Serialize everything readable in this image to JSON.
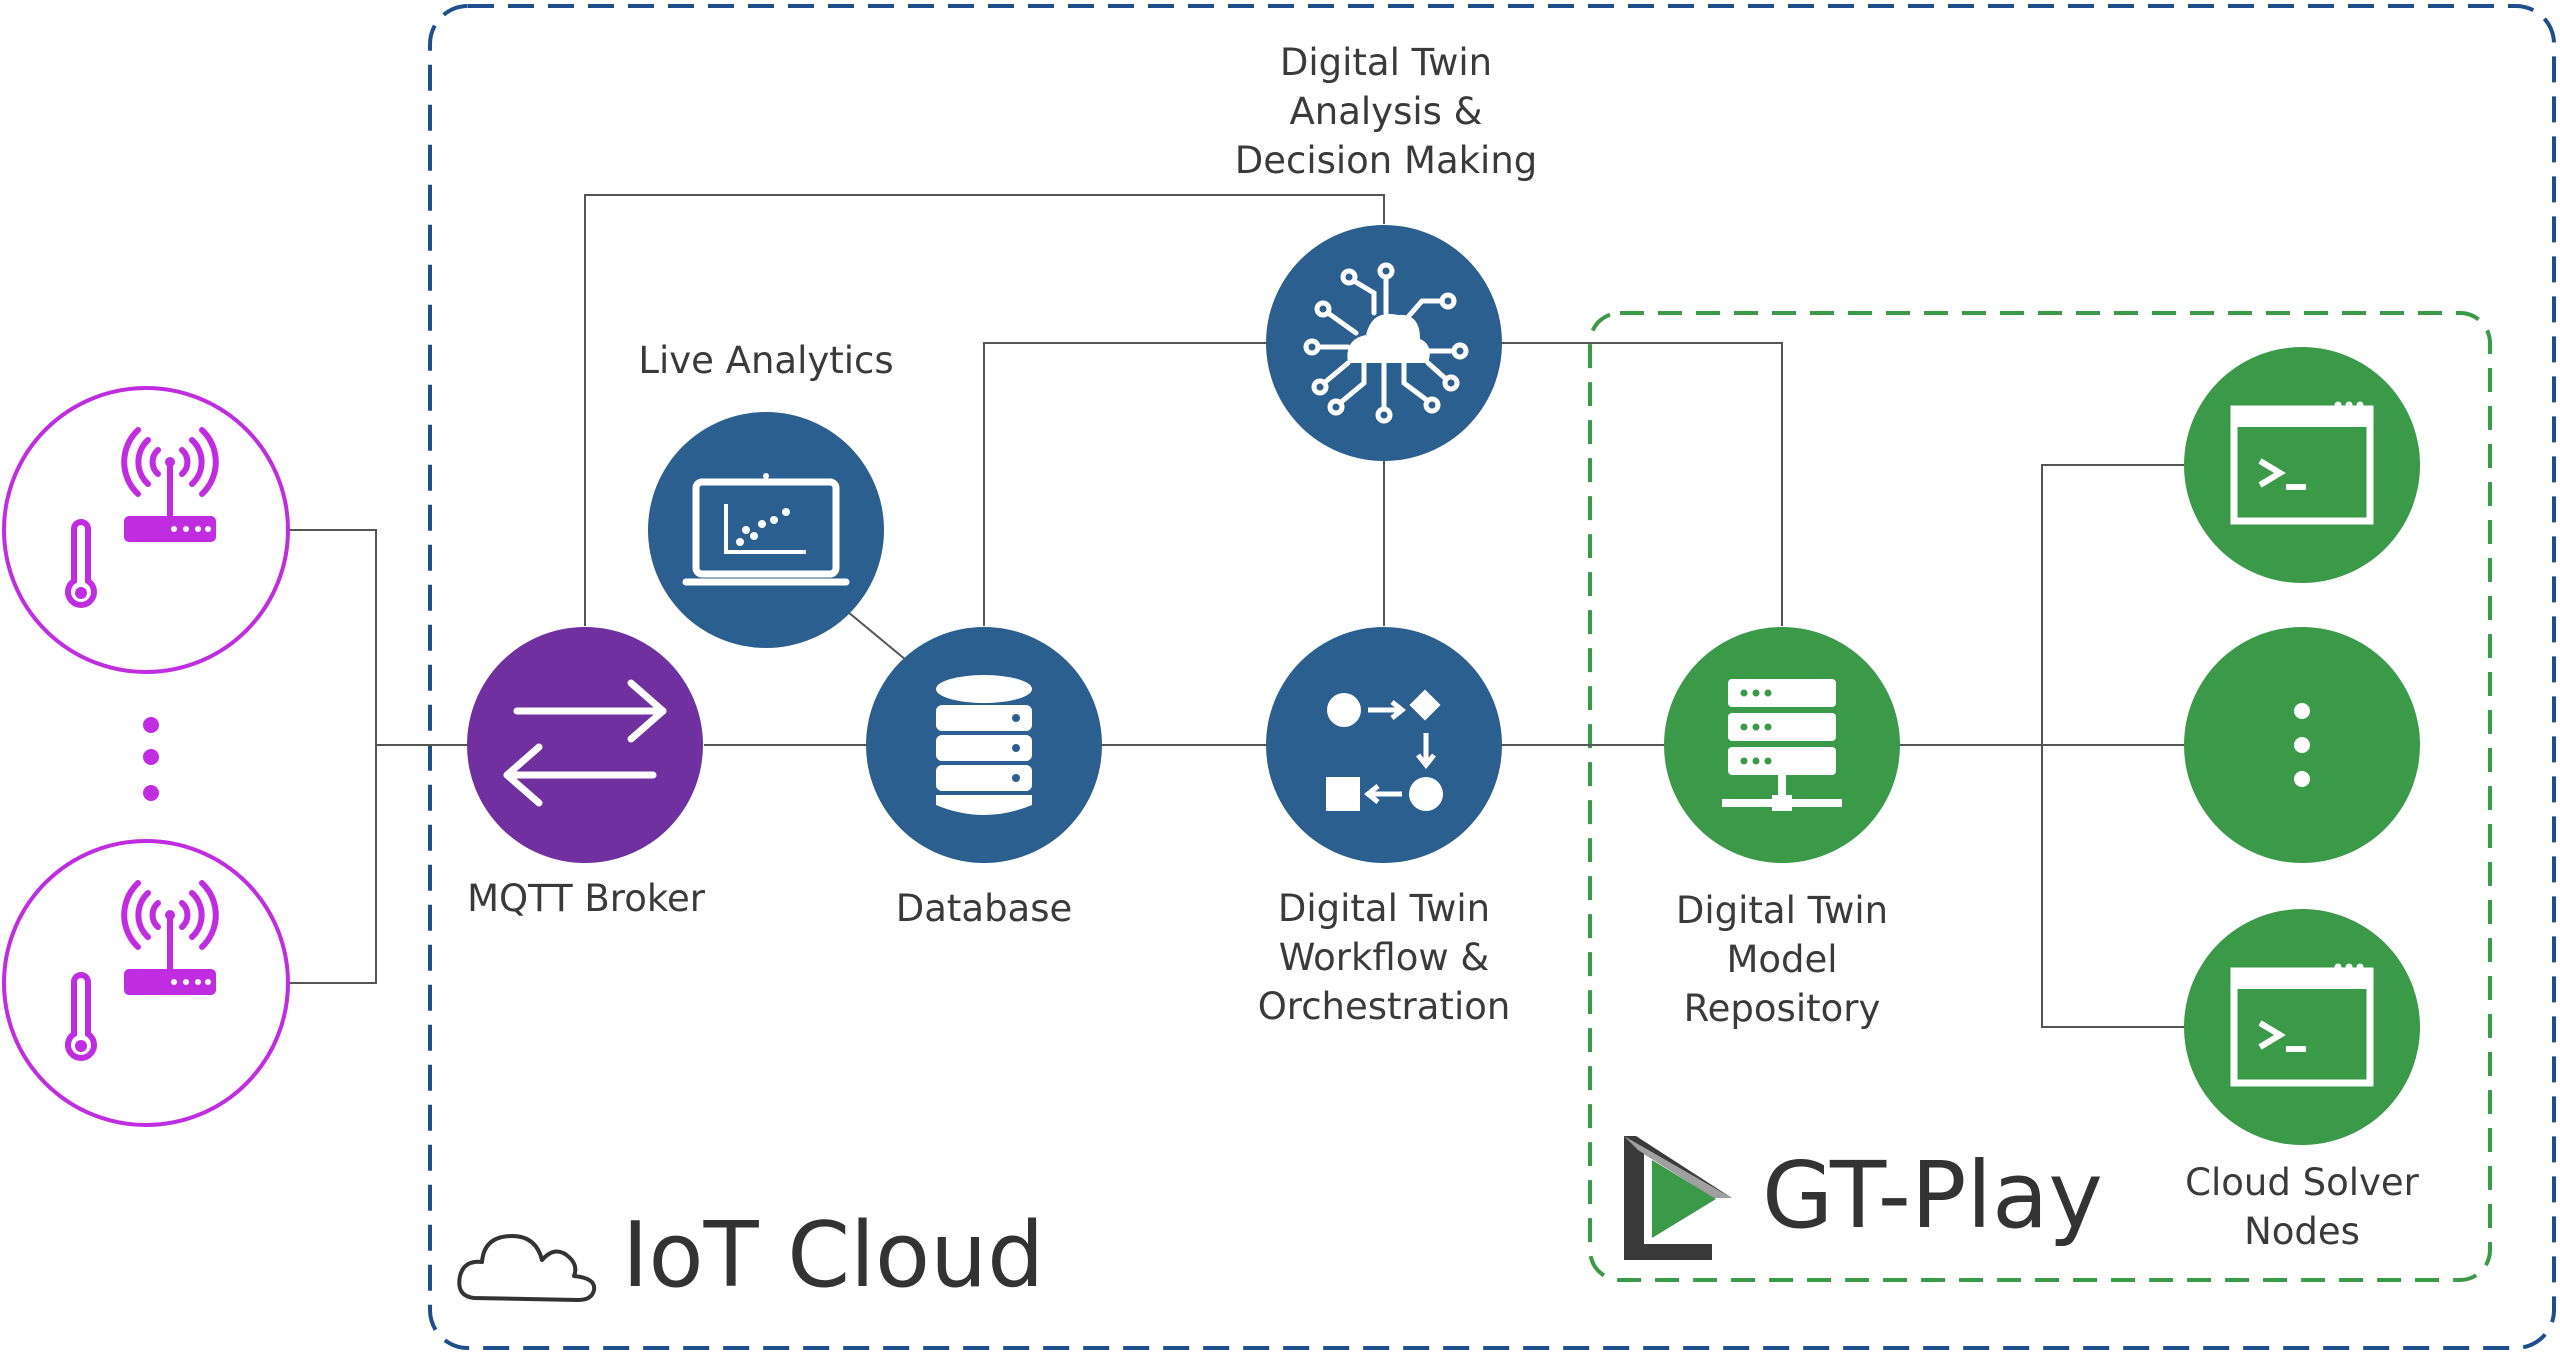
{
  "colors": {
    "iot_border": "#1f4e8c",
    "gt_border": "#3a9a47",
    "sensor": "#c02ce0",
    "mqtt": "#7030a0",
    "blue_node": "#2a5f8f",
    "green_node": "#3a9a47",
    "connector": "#555555"
  },
  "labels": {
    "analysis": [
      "Digital Twin",
      "Analysis &",
      "Decision Making"
    ],
    "live_analytics": [
      "Live Analytics"
    ],
    "mqtt_broker": [
      "MQTT Broker"
    ],
    "database": [
      "Database"
    ],
    "workflow": [
      "Digital Twin",
      "Workflow &",
      "Orchestration"
    ],
    "model_repo": [
      "Digital Twin",
      "Model",
      "Repository"
    ],
    "solver": [
      "Cloud Solver",
      "Nodes"
    ]
  },
  "branding": {
    "iot_cloud": "IoT Cloud",
    "gt_play": "GT-Play"
  },
  "icons": {
    "sensor": "wifi-router-thermometer-icon",
    "mqtt": "bidirectional-arrows-icon",
    "analytics": "monitor-scatter-plot-icon",
    "database": "database-cylinder-icon",
    "analysis": "cloud-network-icon",
    "workflow": "workflow-shapes-icon",
    "repo": "server-rack-icon",
    "solver": "terminal-window-icon",
    "ellipsis": "vertical-ellipsis-icon",
    "cloud": "cloud-outline-icon",
    "gt_logo": "play-triangle-logo-icon"
  }
}
